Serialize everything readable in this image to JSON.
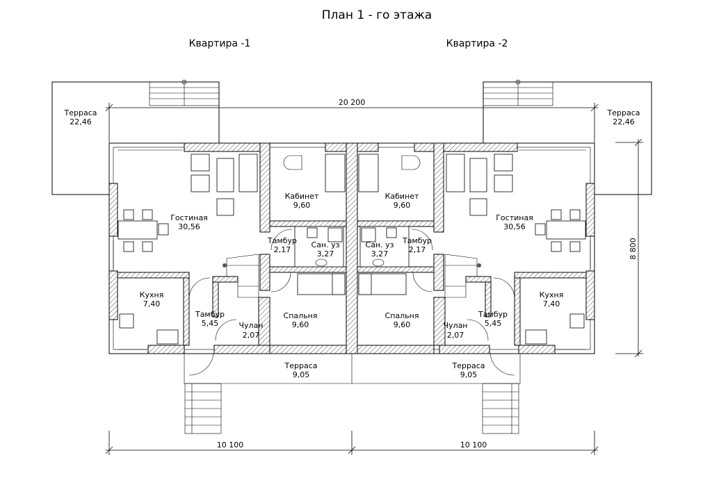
{
  "title": "План 1 - го этажа",
  "apartments": [
    "Квартира -1",
    "Квартира -2"
  ],
  "rooms": {
    "terrace_left": {
      "name": "Терраса",
      "area": "22,46"
    },
    "terrace_right": {
      "name": "Терраса",
      "area": "22,46"
    },
    "living_left": {
      "name": "Гостиная",
      "area": "30,56"
    },
    "living_right": {
      "name": "Гостиная",
      "area": "30,56"
    },
    "study_left": {
      "name": "Кабинет",
      "area": "9,60"
    },
    "study_right": {
      "name": "Кабинет",
      "area": "9,60"
    },
    "vestibule_top_left": {
      "name": "Тамбур",
      "area": "2,17"
    },
    "vestibule_top_right": {
      "name": "Тамбур",
      "area": "2,17"
    },
    "bath_left": {
      "name": "Сан. уз",
      "area": "3,27"
    },
    "bath_right": {
      "name": "Сан. уз",
      "area": "3,27"
    },
    "kitchen_left": {
      "name": "Кухня",
      "area": "7,40"
    },
    "kitchen_right": {
      "name": "Кухня",
      "area": "7,40"
    },
    "vestibule_bottom_left": {
      "name": "Тамбур",
      "area": "5,45"
    },
    "vestibule_bottom_right": {
      "name": "Тамбур",
      "area": "5,45"
    },
    "closet_left": {
      "name": "Чулан",
      "area": "2,07"
    },
    "closet_right": {
      "name": "Чулан",
      "area": "2,07"
    },
    "bedroom_left": {
      "name": "Спальня",
      "area": "9,60"
    },
    "bedroom_right": {
      "name": "Спальня",
      "area": "9,60"
    },
    "terrace_front_left": {
      "name": "Терраса",
      "area": "9,05"
    },
    "terrace_front_right": {
      "name": "Терраса",
      "area": "9,05"
    }
  },
  "dimensions": {
    "total_width": "20 200",
    "depth": "8 800",
    "half_left": "10 100",
    "half_right": "10 100"
  }
}
